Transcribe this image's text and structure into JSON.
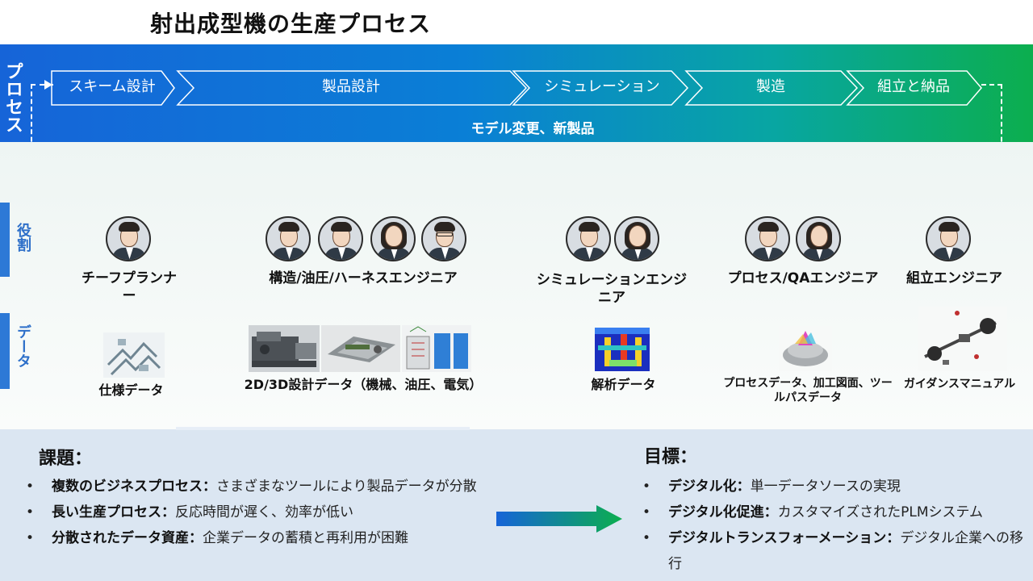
{
  "title": "射出成型機の生産プロセス",
  "process": {
    "label": "プロセス",
    "stages": [
      "スキーム設計",
      "製品設計",
      "シミュレーション",
      "製造",
      "組立と納品"
    ],
    "loop_caption": "モデル変更、新製品"
  },
  "roles": {
    "label": "役割",
    "items": [
      "チーフプランナー",
      "構造/油圧/ハーネスエンジニア",
      "シミュレーションエンジニア",
      "プロセス/QAエンジニア",
      "組立エンジニア"
    ]
  },
  "data_row": {
    "label": "データ",
    "items": [
      "仕様データ",
      "2D/3D設計データ（機械、油圧、電気）",
      "解析データ",
      "プロセスデータ、加工図面、ツールパスデータ",
      "ガイダンスマニュアル"
    ]
  },
  "challenges": {
    "title": "課題：",
    "items": [
      {
        "head": "複数のビジネスプロセス：",
        "text": "さまざまなツールにより製品データが分散"
      },
      {
        "head": "長い生産プロセス：",
        "text": "反応時間が遅く、効率が低い"
      },
      {
        "head": "分散されたデータ資産：",
        "text": "企業データの蓄積と再利用が困難"
      }
    ]
  },
  "goals": {
    "title": "目標：",
    "items": [
      {
        "head": "デジタル化：",
        "text": "単一データソースの実現"
      },
      {
        "head": "デジタル化促進：",
        "text": "カスタマイズされたPLMシステム"
      },
      {
        "head": "デジタルトランスフォーメーション：",
        "text": "デジタル企業への移行"
      }
    ]
  },
  "colors": {
    "band_start": "#1664d8",
    "band_end": "#0cae4e",
    "accent": "#2d79d6"
  }
}
